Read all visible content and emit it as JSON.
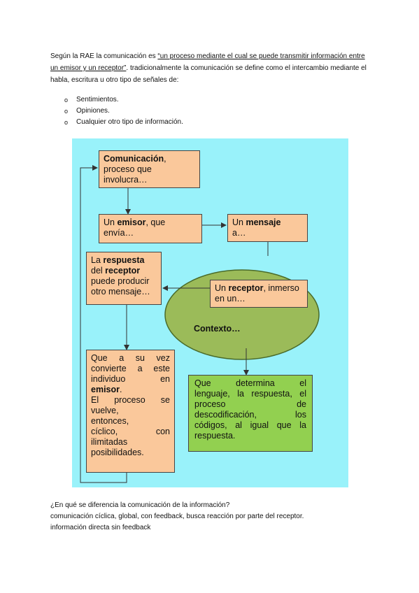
{
  "intro": {
    "lead": "Según la RAE la comunicación es ",
    "quote": "“un proceso mediante el cual se puede transmitir información entre un emisor y un receptor”",
    "rest": ". tradicionalmente la comunicación se define como el intercambio mediante el habla, escritura u otro tipo de señales de:"
  },
  "bullets": [
    "Sentimientos.",
    "Opiniones.",
    "Cualquier otro tipo de información."
  ],
  "bullet_mark": "o",
  "diagram": {
    "box1": {
      "bold": "Comunicación",
      "after_bold": ",",
      "rest": "proceso que involucra…"
    },
    "box2": {
      "pre": "Un ",
      "bold": "emisor",
      "post": ", que envía…"
    },
    "box3": {
      "pre": "Un ",
      "bold": "mensaje",
      "post": "a…"
    },
    "box4": {
      "pre": "La ",
      "bold1": "respuesta",
      "mid": "del ",
      "bold2": "receptor",
      "post": "puede producir otro mensaje…"
    },
    "box5": {
      "pre": "Un ",
      "bold": "receptor",
      "post": ", inmerso en un…"
    },
    "context_label": "Contexto…",
    "box6": {
      "lines": [
        "Que a su vez",
        "convierte a este",
        "individuo en"
      ],
      "bold": "emisor",
      "period": ".",
      "rest_lines": [
        "El proceso se",
        "vuelve,",
        "entonces,",
        "cíclico, con",
        "ilimitadas",
        "posibilidades."
      ]
    },
    "box7": {
      "lines": [
        "Que determina el",
        "lenguaje, la respuesta, el",
        "proceso de",
        "descodificación, los",
        "códigos, al igual que la",
        "respuesta."
      ]
    },
    "colors": {
      "background": "#99f2fa",
      "box": "#fac89b",
      "ellipse": "#9bbb59",
      "green_box": "#92d050"
    }
  },
  "question": "¿En qué se diferencia la comunicación de la información?",
  "answer1": "comunicación cíclica, global, con feedback, busca reacción por parte del receptor.",
  "answer2": "información directa sin feedback"
}
